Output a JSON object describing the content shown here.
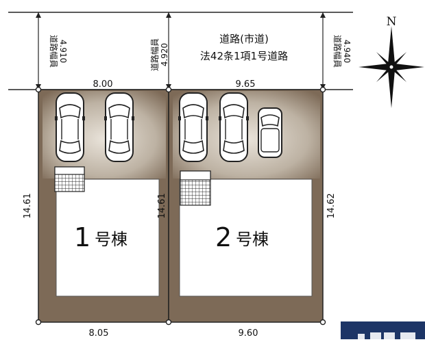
{
  "road_north": {
    "title": "道路(市道)",
    "subtitle": "法42条1項1号道路"
  },
  "road_widths": [
    {
      "label": "道路幅員",
      "value": "4.910"
    },
    {
      "label": "道路幅員",
      "value": "4.920"
    },
    {
      "label": "道路幅員",
      "value": "4.940"
    }
  ],
  "dimensions": {
    "top_left": "8.00",
    "top_right": "9.65",
    "bottom_left": "8.05",
    "bottom_right": "9.60",
    "left_depth": "14.61",
    "mid_depth": "14.61",
    "right_depth": "14.62"
  },
  "lots": [
    {
      "number": "1",
      "suffix": "号棟"
    },
    {
      "number": "2",
      "suffix": "号棟"
    }
  ],
  "compass": {
    "label": "N"
  },
  "colors": {
    "lot_fill": "#7d6a57",
    "parking_fill": "#b2a696",
    "house_fill": "#ffffff",
    "banner": "#1d3566"
  }
}
